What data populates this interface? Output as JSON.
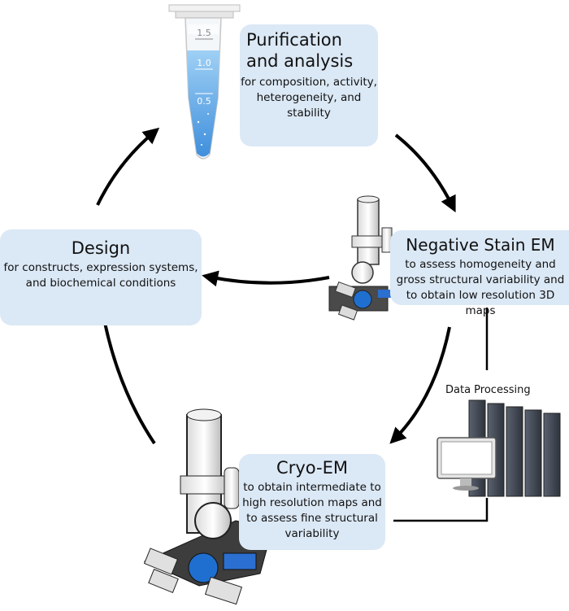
{
  "purification": {
    "title": "Purification and analysis",
    "subtitle": "for composition, activity, heterogeneity, and stability"
  },
  "design": {
    "title": "Design",
    "subtitle": "for constructs, expression systems, and biochemical conditions"
  },
  "negative_stain": {
    "title": "Negative Stain EM",
    "subtitle": "to assess homogeneity and gross structural variability and to obtain low resolution 3D maps"
  },
  "cryo_em": {
    "title": "Cryo-EM",
    "subtitle": "to obtain intermediate to high resolution maps and to assess fine structural variability"
  },
  "data_processing": {
    "label": "Data Processing"
  },
  "tube": {
    "marks": [
      "1.5",
      "1.0",
      "0.5"
    ]
  },
  "colors": {
    "box_fill": "#dbe8f5",
    "tube_liquid": "#7bb6ea",
    "arrow": "#000000",
    "flask_blue": "#1f6fd0"
  }
}
